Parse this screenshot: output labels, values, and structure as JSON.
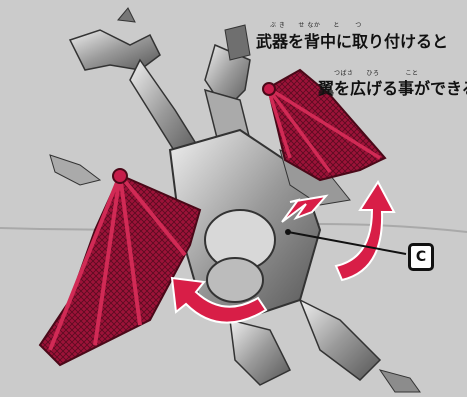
{
  "instruction": {
    "line1_text": "武器を背中に取り付けると",
    "line1_ruby": "ぶ き　　せ なか　　と　　 つ",
    "line2_text": "翼を広げる事ができる",
    "line2_ruby": "つばさ　　ひろ　　　　こと"
  },
  "callout": {
    "label": "C"
  },
  "colors": {
    "background": "#c9c9c9",
    "wing": "#b51845",
    "arrow": "#d81e47",
    "figure": "#8a8a8a"
  }
}
